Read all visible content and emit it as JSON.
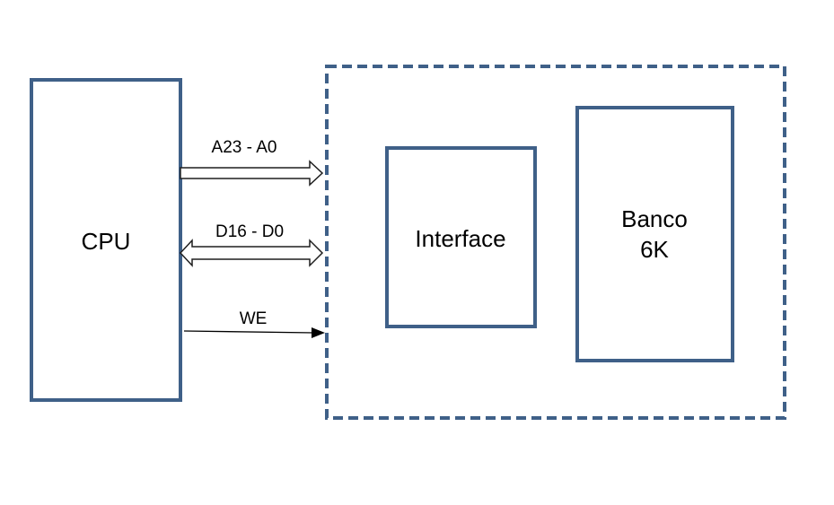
{
  "blocks": {
    "cpu": {
      "label": "CPU"
    },
    "interface": {
      "label": "Interface"
    },
    "banco": {
      "line1": "Banco",
      "line2": "6K"
    }
  },
  "signals": {
    "address_bus": {
      "label": "A23 - A0",
      "direction": "cpu-to-module"
    },
    "data_bus": {
      "label": "D16 - D0",
      "direction": "bidirectional"
    },
    "write_enable": {
      "label": "WE",
      "direction": "cpu-to-module"
    }
  },
  "colors": {
    "block_border": "#3f6088",
    "arrow_stroke": "#1f1f1f",
    "background": "#ffffff"
  }
}
